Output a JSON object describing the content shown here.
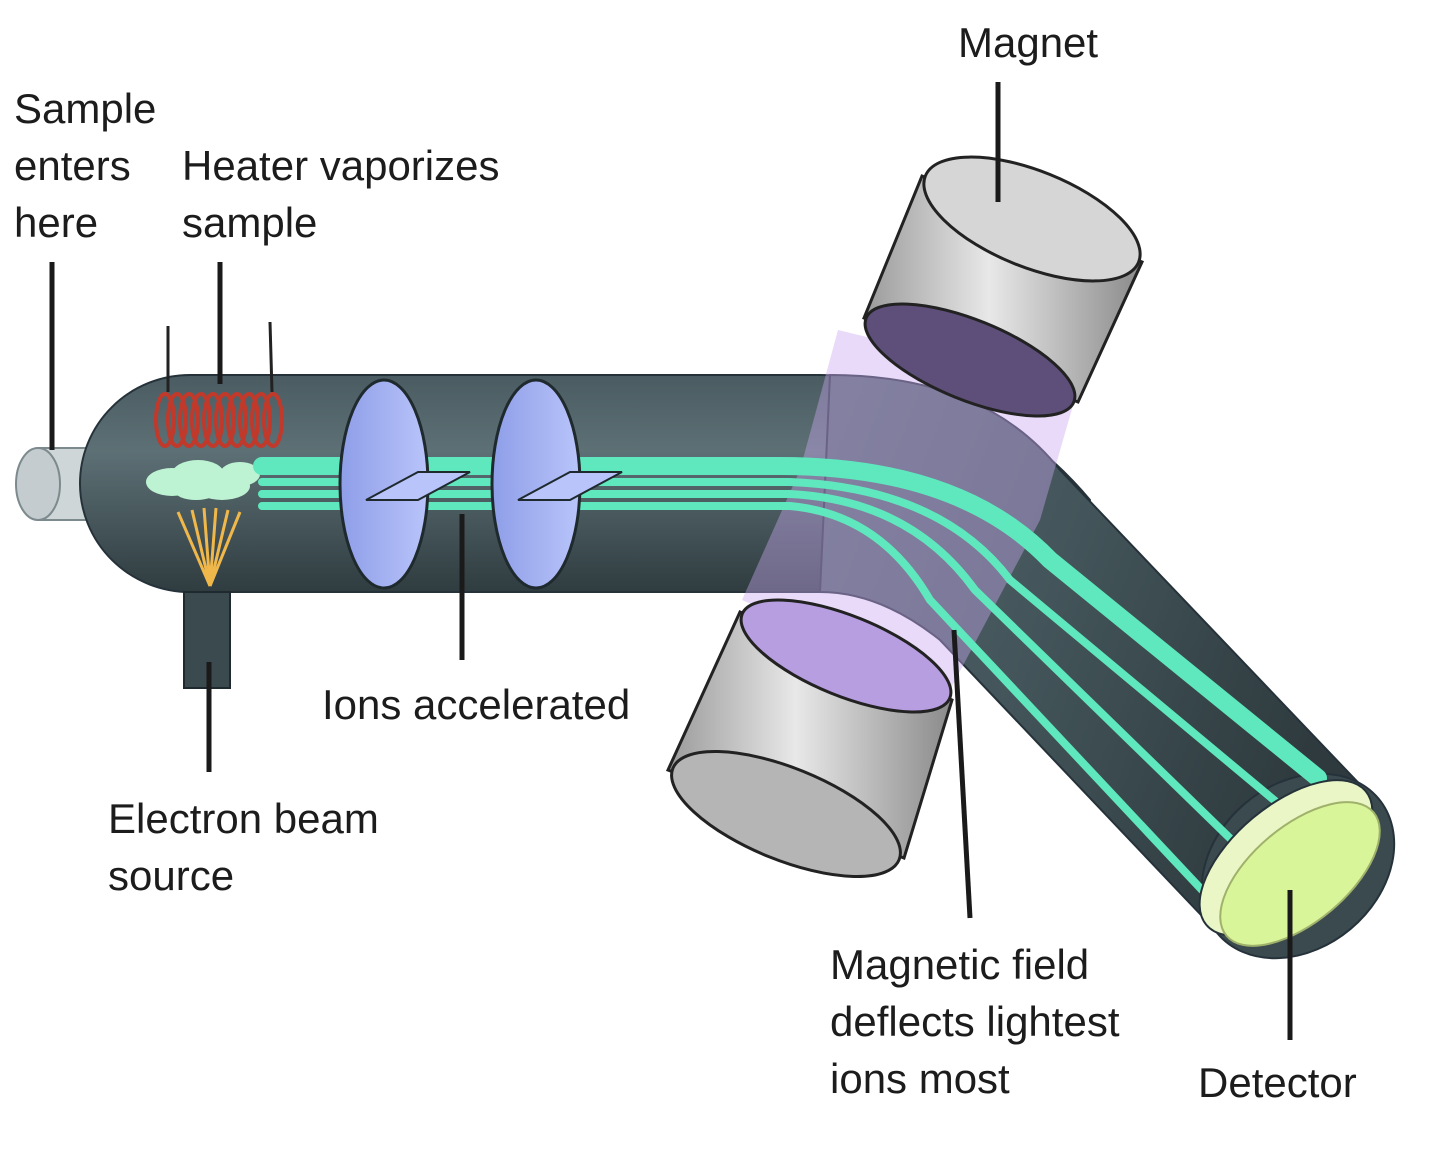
{
  "labels": {
    "magnet": [
      "Magnet"
    ],
    "sample_enters": [
      "Sample",
      "enters",
      "here"
    ],
    "heater": [
      "Heater vaporizes",
      "sample"
    ],
    "ions_accelerated": [
      "Ions accelerated"
    ],
    "electron_beam": [
      "Electron beam",
      "source"
    ],
    "magnetic_field": [
      "Magnetic field",
      "deflects lightest",
      "ions most"
    ],
    "detector": [
      "Detector"
    ]
  },
  "colors": {
    "tube": "#3f4f54",
    "tube_highlight": "#5e7176",
    "ion_beam": "#5fe8bd",
    "accelerator_plate": "#a9b6f4",
    "magnet_body": "#bdbdbd",
    "magnet_face": "#8c74a8",
    "magnetic_field": "#c9a6ee",
    "heater_coil": "#c0392b",
    "electron_beam": "#f0b84a",
    "detector_face": "#d9f59a",
    "leader_line": "#1a1a1a"
  }
}
